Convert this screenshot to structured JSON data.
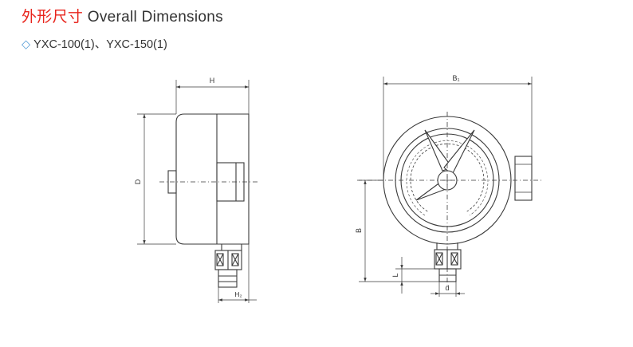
{
  "heading": {
    "cn": "外形尺寸",
    "en": "Overall Dimensions"
  },
  "model": {
    "bullet": "◇",
    "text": "YXC-100(1)、YXC-150(1)"
  },
  "dimensions": {
    "side": {
      "H": "H",
      "D": "D",
      "H2": "H₂"
    },
    "front": {
      "B1": "B₁",
      "B": "B",
      "L": "L",
      "d": "d"
    }
  },
  "colors": {
    "cn_heading": "#e8251d",
    "text": "#333333",
    "bullet": "#5aa0d8",
    "line": "#3a3a3a"
  }
}
